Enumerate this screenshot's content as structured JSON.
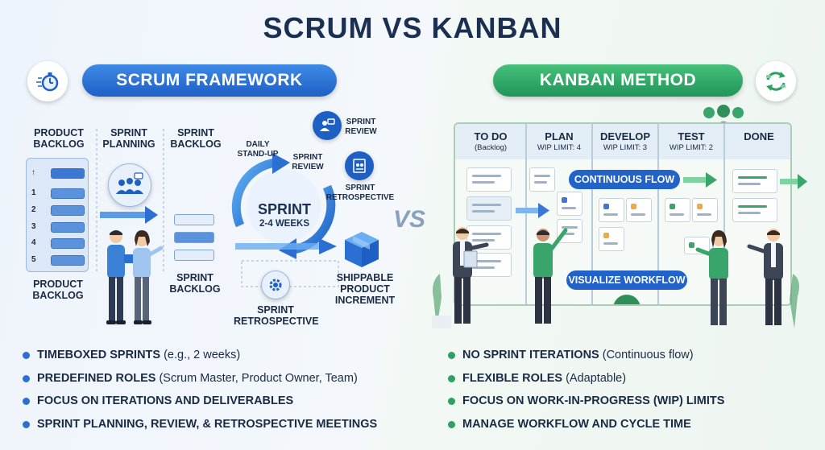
{
  "title": "SCRUM VS KANBAN",
  "vs": "VS",
  "scrum": {
    "heading": "SCRUM FRAMEWORK",
    "product_backlog_top": "PRODUCT BACKLOG",
    "sprint_planning": "SPRINT PLANNING",
    "sprint_backlog_top": "SPRINT BACKLOG",
    "daily_standup": "DAILY STAND-UP",
    "sprint_review_top": "SPRINT REVIEW",
    "sprint_review_inner": "SPRINT REVIEW",
    "sprint_retro_top": "SPRINT RETROSPECTIVE",
    "sprint_center": "SPRINT",
    "sprint_duration": "2-4 WEEKS",
    "product_backlog_bottom": "PRODUCT BACKLOG",
    "sprint_backlog_bottom": "SPRINT BACKLOG",
    "sprint_retro_bottom": "SPRINT RETROSPECTIVE",
    "shippable": "SHIPPABLE PRODUCT INCREMENT",
    "backlog_numbers": [
      "1",
      "2",
      "3",
      "4",
      "5"
    ],
    "bullets": [
      {
        "bold": "TIMEBOXED SPRINTS",
        "normal": " (e.g., 2 weeks)"
      },
      {
        "bold": "PREDEFINED ROLES",
        "normal": " (Scrum Master, Product Owner, Team)"
      },
      {
        "bold": "FOCUS ON ITERATIONS AND DELIVERABLES",
        "normal": ""
      },
      {
        "bold": "SPRINT PLANNING, REVIEW, & RETROSPECTIVE MEETINGS",
        "normal": ""
      }
    ]
  },
  "kanban": {
    "heading": "KANBAN METHOD",
    "columns": [
      {
        "title": "TO DO",
        "sub": "(Backlog)"
      },
      {
        "title": "PLAN",
        "sub": "WIP LIMIT: 4"
      },
      {
        "title": "DEVELOP",
        "sub": "WIP LIMIT: 3"
      },
      {
        "title": "TEST",
        "sub": "WIP LIMIT: 2"
      },
      {
        "title": "DONE",
        "sub": ""
      }
    ],
    "continuous_flow": "CONTINUOUS FLOW",
    "visualize_workflow": "VISUALIZE WORKFLOW",
    "bullets": [
      {
        "bold": "NO SPRINT ITERATIONS",
        "normal": " (Continuous flow)"
      },
      {
        "bold": "FLEXIBLE ROLES",
        "normal": " (Adaptable)"
      },
      {
        "bold": "FOCUS ON WORK-IN-PROGRESS (WIP) LIMITS",
        "normal": ""
      },
      {
        "bold": "MANAGE WORKFLOW AND CYCLE TIME",
        "normal": ""
      }
    ]
  },
  "colors": {
    "scrum_blue": "#2a6fd1",
    "kanban_green": "#2ea060",
    "title_navy": "#1b2f52"
  },
  "icons": {
    "scrum": "stopwatch-icon",
    "kanban": "cycle-arrows-icon",
    "team": "team-icon",
    "package": "package-icon",
    "gear": "gear-icon"
  }
}
